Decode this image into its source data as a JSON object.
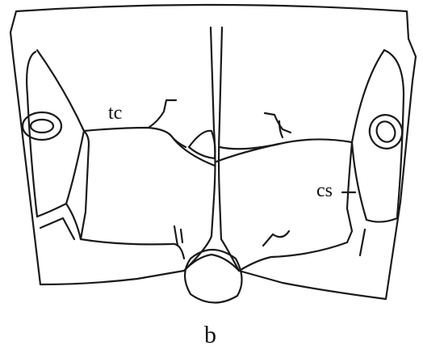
{
  "figure": {
    "panel_label": "b",
    "labels": {
      "tc": "tc",
      "cs": "cs"
    },
    "colors": {
      "line": "#1a1a1a",
      "background": "#ffffff"
    }
  }
}
